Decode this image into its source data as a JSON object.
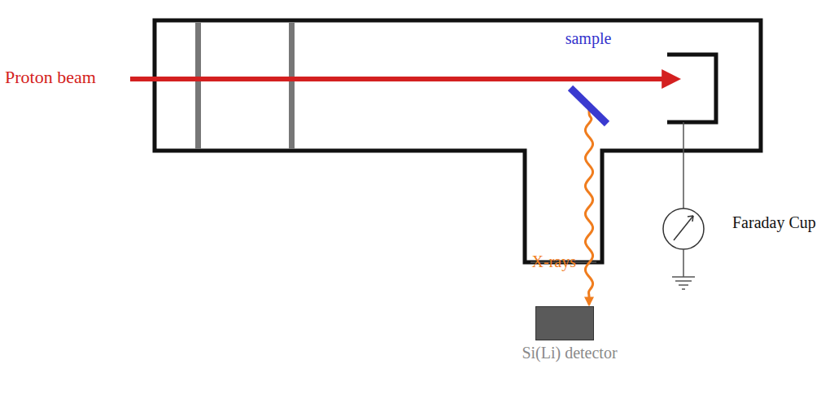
{
  "diagram": {
    "nodes": [
      {
        "text": [
          "sample"
        ]
      },
      {
        "text": [
          "Si(Li) detector"
        ]
      }
    ],
    "edges": [
      {
        "from": 0,
        "to": 1,
        "arrow": "to",
        "label": "X-rays"
      }
    ],
    "labels": [
      "Proton beam",
      "Faraday Cup"
    ]
  }
}
